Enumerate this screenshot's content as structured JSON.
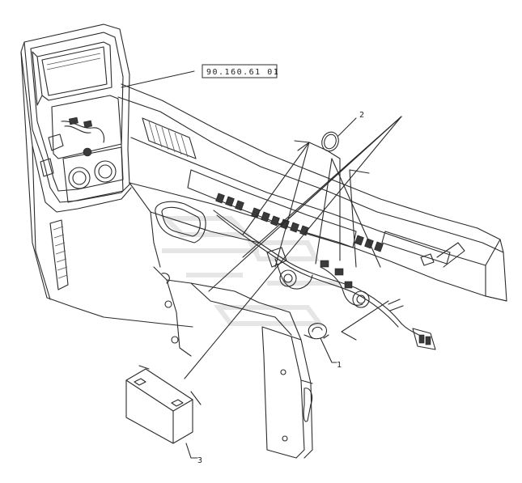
{
  "drawing": {
    "reference_code": "90.160.61 01",
    "callouts": [
      {
        "id": "c1",
        "label": "1"
      },
      {
        "id": "c2",
        "label": "2"
      },
      {
        "id": "c3",
        "label": "3"
      }
    ]
  }
}
